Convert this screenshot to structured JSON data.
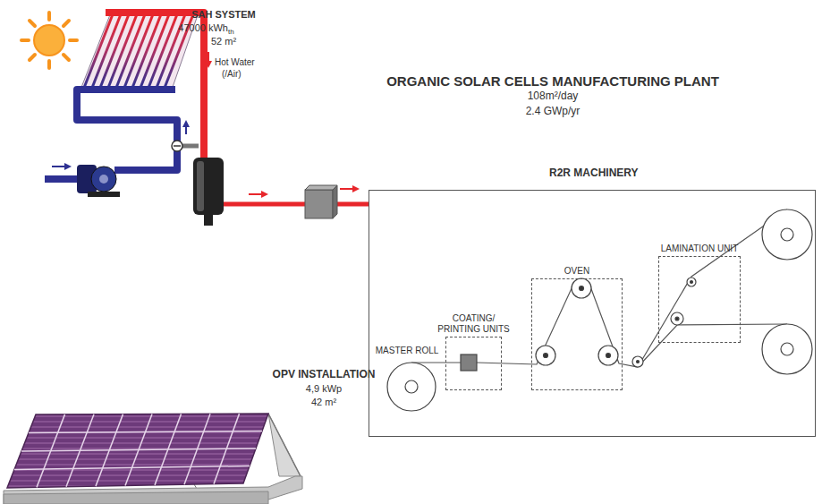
{
  "diagram": {
    "title": "ORGANIC SOLAR CELLS MANUFACTURING PLANT",
    "nodes": [
      {
        "text": [
          "R2R MACHINERY"
        ]
      },
      {
        "text": [
          "COATING/ PRINTING UNITS"
        ],
        "in": 0
      },
      {
        "text": [
          "OVEN"
        ],
        "in": 0
      },
      {
        "text": [
          "LAMINATION UNIT"
        ],
        "in": 0
      }
    ],
    "labels": [
      "SAH SYSTEM",
      "47000 kWh",
      "th",
      "52 m²",
      "Hot Water",
      "(/Air)",
      "108m²/day",
      "2.4 GWp/yr",
      "MASTER ROLL",
      "OPV INSTALLATION",
      "4,9 kWp",
      "42 m²"
    ]
  }
}
